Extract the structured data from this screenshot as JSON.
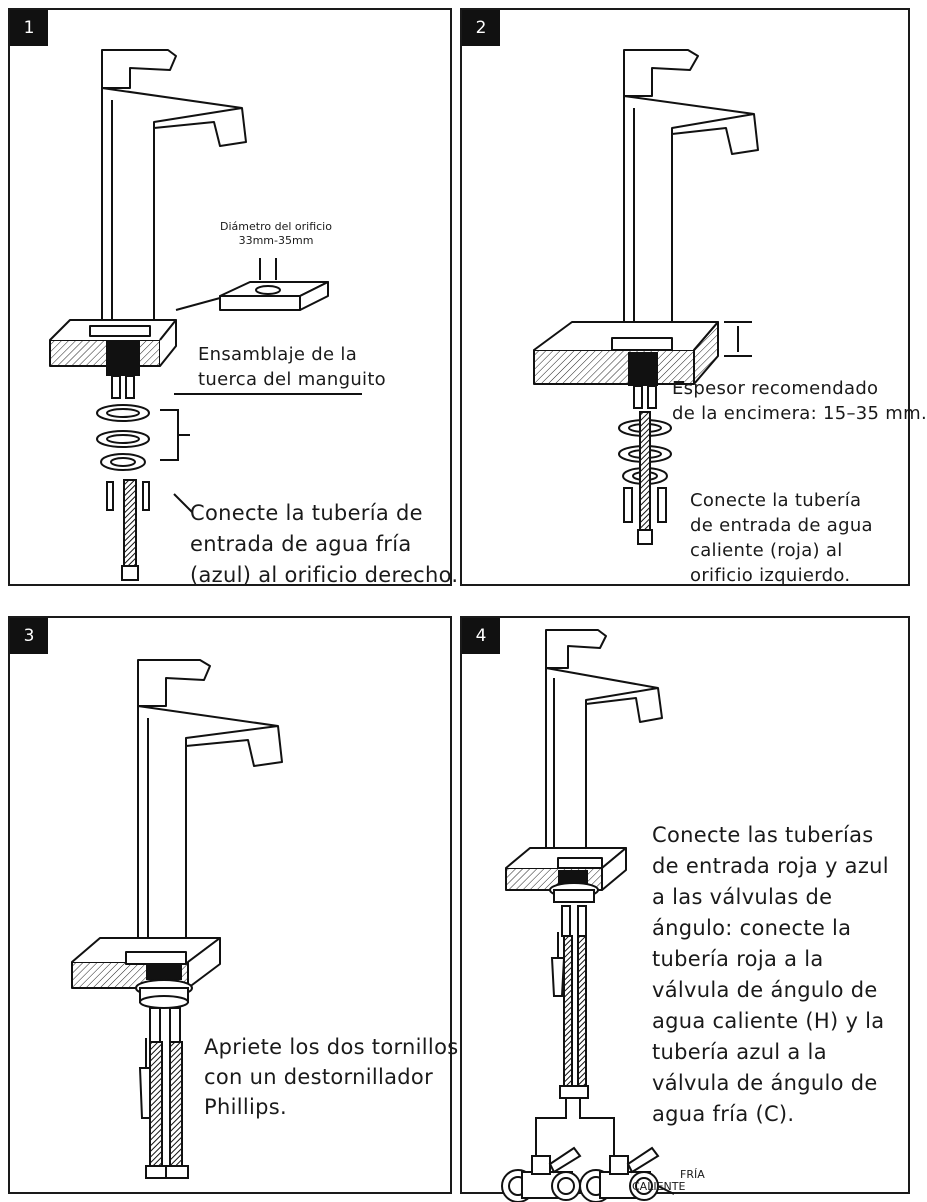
{
  "steps": [
    {
      "number": "1",
      "hole_label": [
        "Diámetro del orificio",
        "33mm-35mm"
      ],
      "nut_label": [
        "Ensamblaje de la",
        "tuerca del manguito"
      ],
      "instruction": [
        "Conecte la tubería de",
        "entrada de agua fría",
        "(azul) al orificio derecho."
      ]
    },
    {
      "number": "2",
      "thickness_label": [
        "Espesor recomendado",
        "de la encimera: 15–35 mm."
      ],
      "instruction": [
        "Conecte la tubería",
        "de entrada de agua",
        "caliente (roja) al",
        "orificio izquierdo."
      ]
    },
    {
      "number": "3",
      "instruction": [
        "Apriete los dos tornillos",
        "con un destornillador",
        "Phillips."
      ]
    },
    {
      "number": "4",
      "instruction": [
        "Conecte las tuberías",
        "de entrada roja y azul",
        "a las válvulas de",
        "ángulo: conecte la",
        "tubería roja a la",
        "válvula de ángulo de",
        "agua caliente (H) y la",
        "tubería azul a la",
        "válvula de ángulo de",
        "agua fría (C)."
      ],
      "valve_hot_label": "CALIENTE",
      "valve_cold_label": "FRÍA"
    }
  ]
}
